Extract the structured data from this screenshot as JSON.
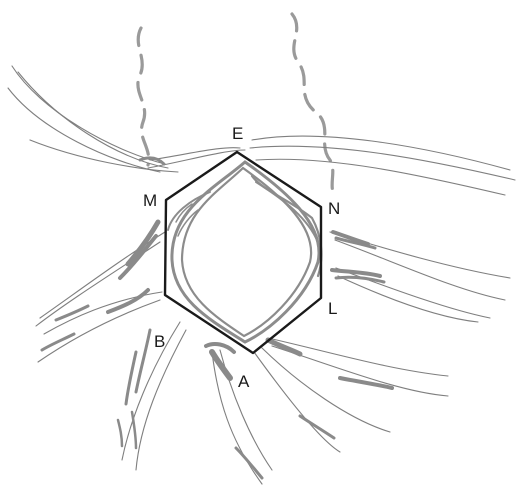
{
  "labels": {
    "E": "E",
    "M": "M",
    "N": "N",
    "L": "L",
    "A": "A",
    "B": "B"
  },
  "colors": {
    "background": "#ffffff",
    "hexagon": "#1a1a1a",
    "lens": "#8c8c8c",
    "strands": "#8a8a8a",
    "dashed": "#9a9a9a",
    "label": "#1a1a1a"
  }
}
